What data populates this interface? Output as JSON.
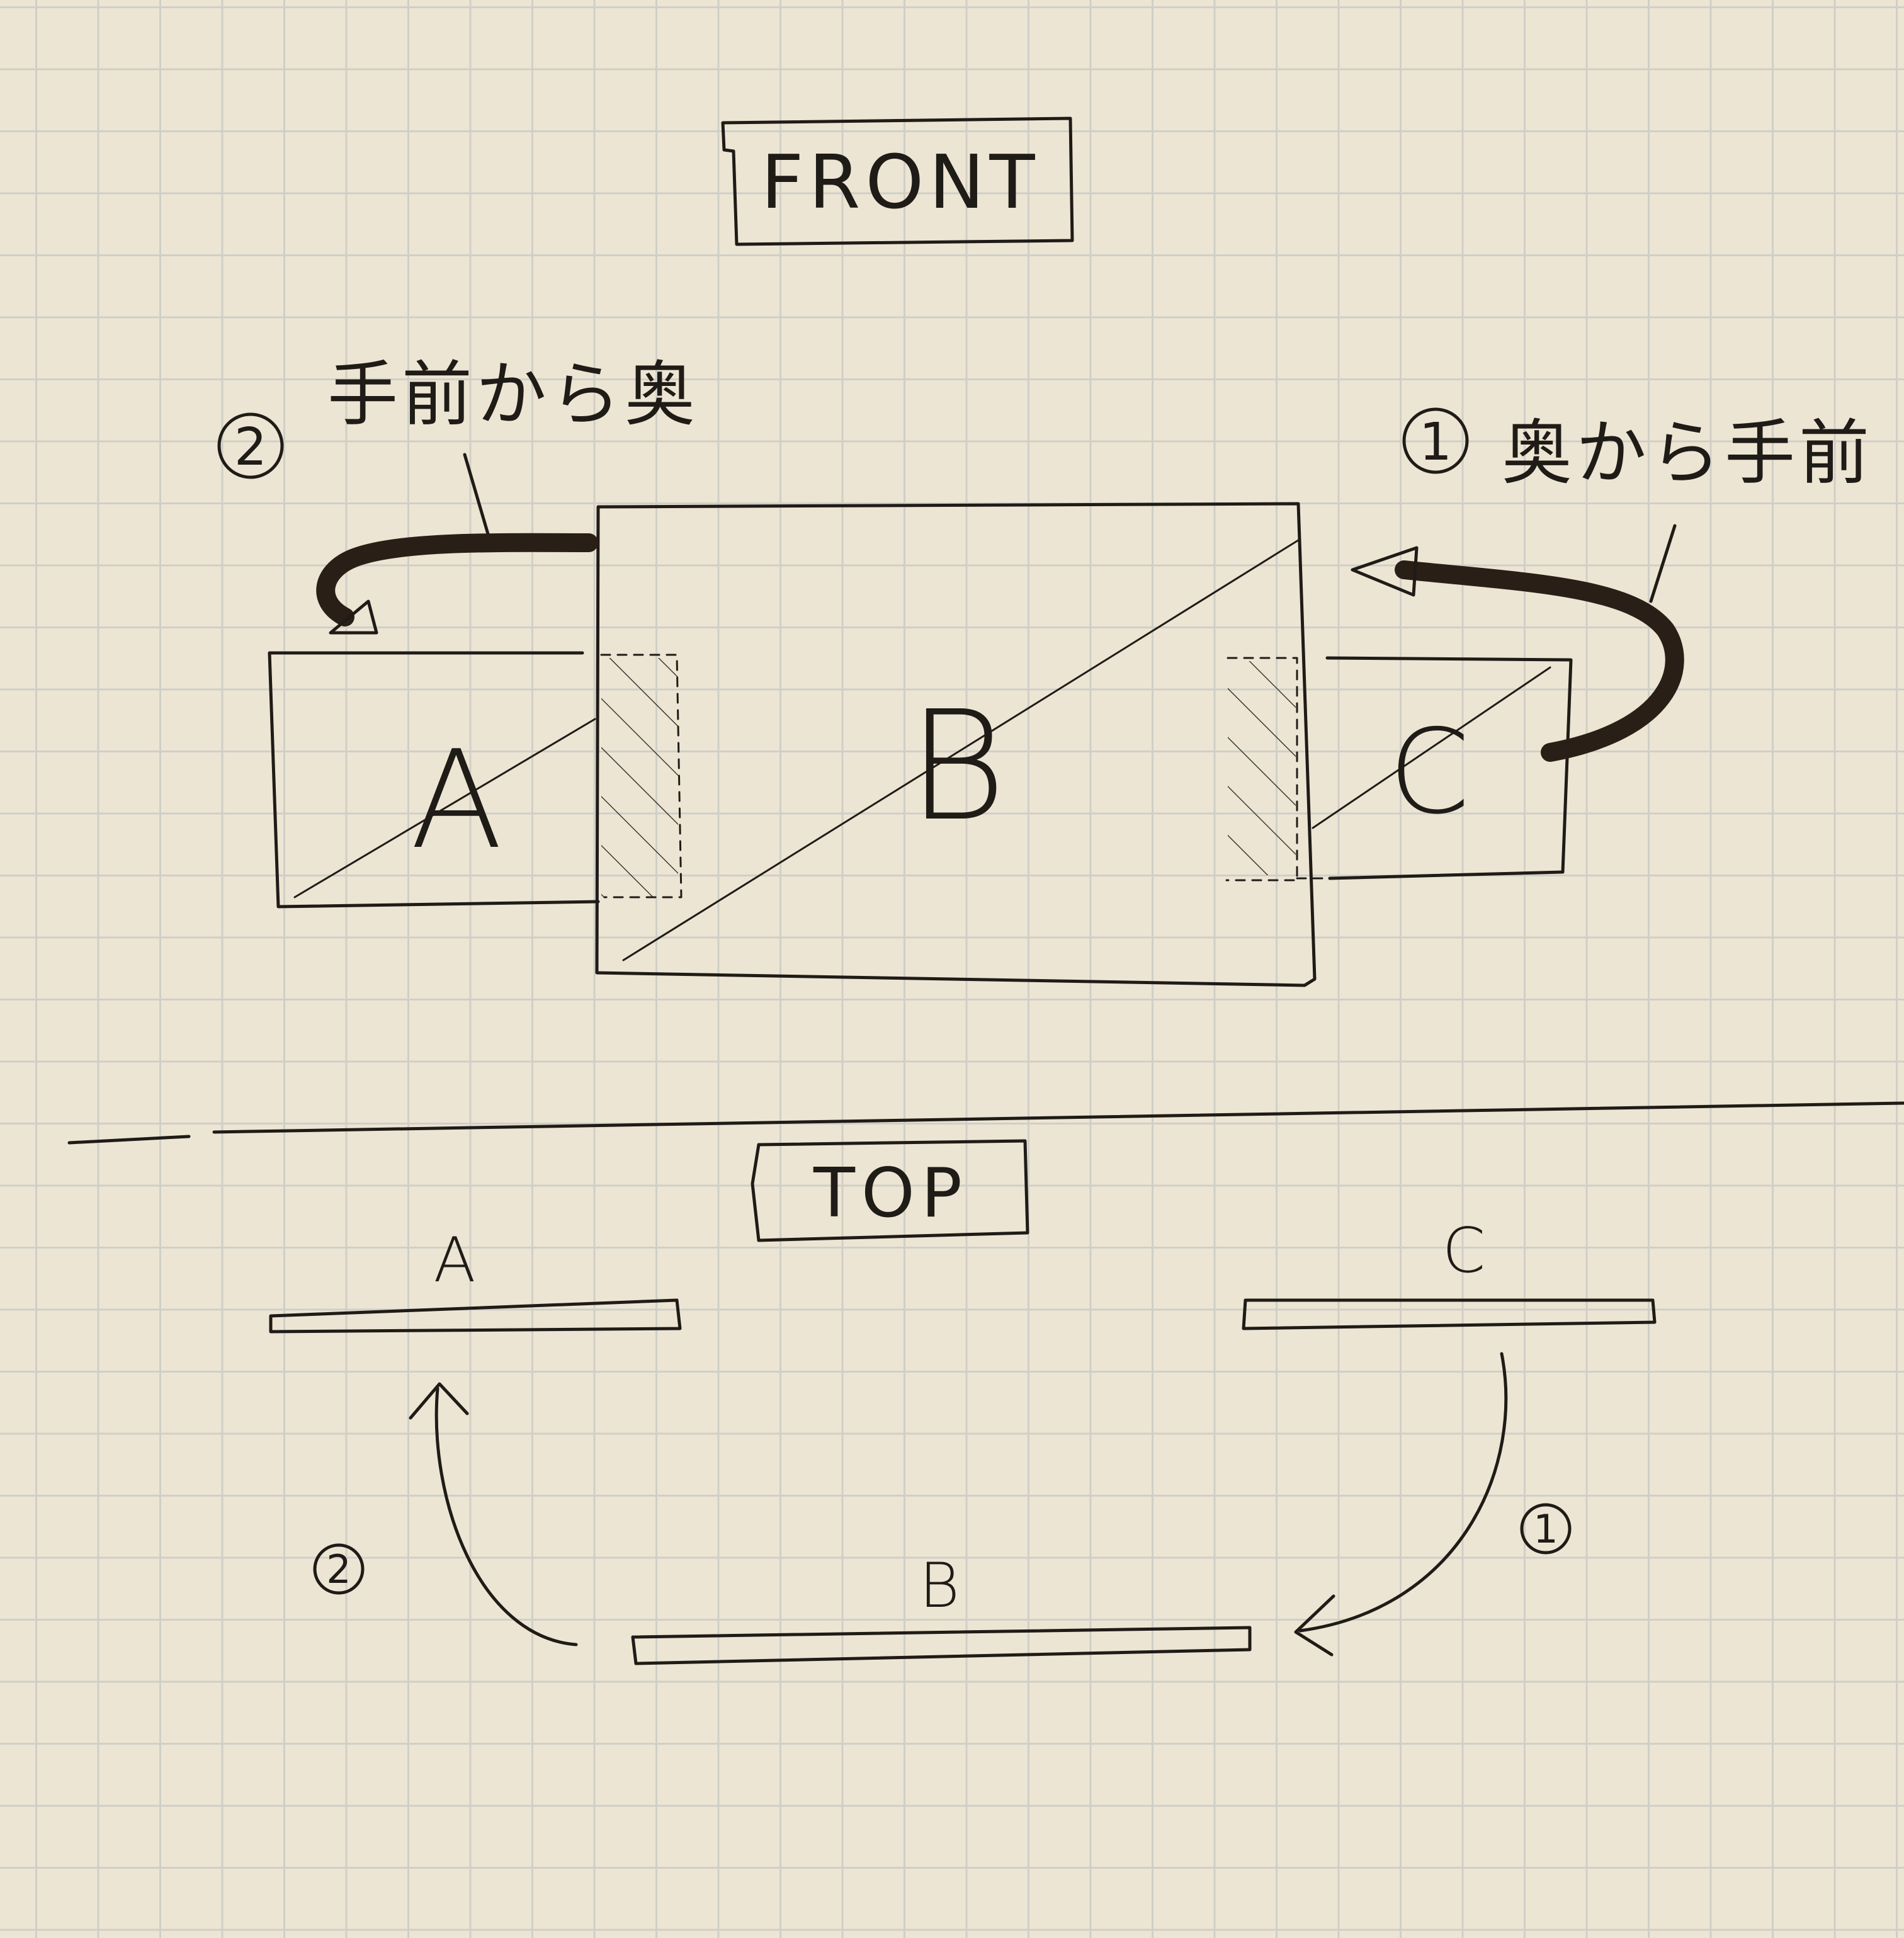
{
  "front_view": {
    "title": "FRONT",
    "panels": {
      "a": "A",
      "b": "B",
      "c": "C"
    },
    "annotations": {
      "step2_number": "2",
      "step2_text": "手前から奥",
      "step1_number": "1",
      "step1_text": "奥から手前"
    }
  },
  "top_view": {
    "title": "TOP",
    "panels": {
      "a": "A",
      "b": "B",
      "c": "C"
    },
    "annotations": {
      "step1_number": "1",
      "step2_number": "2"
    }
  },
  "colors": {
    "paper": "#ede5d3",
    "grid": "#cfcfc8",
    "ink": "#1f1b17"
  }
}
